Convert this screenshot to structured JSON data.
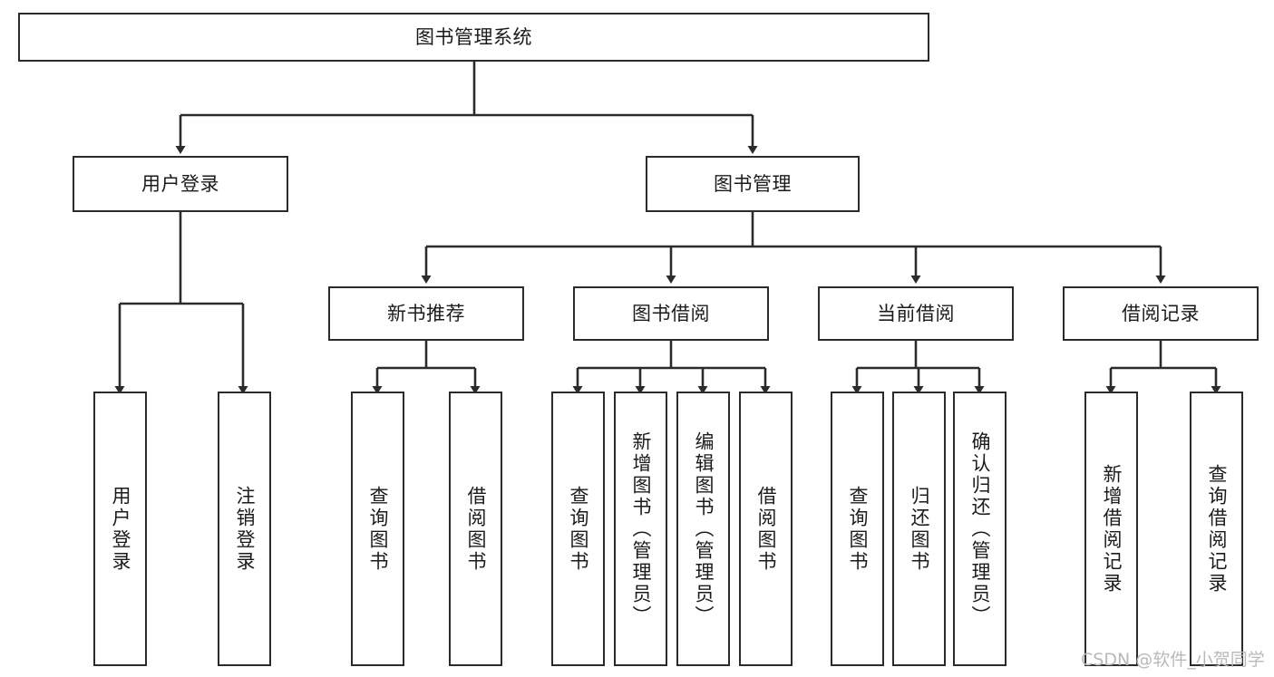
{
  "diagram": {
    "title": "图书管理系统",
    "type": "tree",
    "watermark": "CSDN @软件_小贺同学",
    "stroke_color": "#2b2b2b",
    "fill_color": "#ffffff",
    "text_color": "#1b1b1b",
    "watermark_color": "#b9b9b9"
  },
  "nodes": {
    "root": {
      "label": "图书管理系统",
      "level": 0
    },
    "level1": [
      {
        "id": "user-login",
        "label": "用户登录"
      },
      {
        "id": "book-manage",
        "label": "图书管理"
      }
    ],
    "level2": [
      {
        "id": "new-book-rec",
        "label": "新书推荐",
        "parent": "book-manage"
      },
      {
        "id": "book-borrow",
        "label": "图书借阅",
        "parent": "book-manage"
      },
      {
        "id": "current-borrow",
        "label": "当前借阅",
        "parent": "book-manage"
      },
      {
        "id": "borrow-record",
        "label": "借阅记录",
        "parent": "book-manage"
      }
    ],
    "leaves": [
      {
        "id": "leaf-user-login",
        "label": "用户登录",
        "parent": "user-login"
      },
      {
        "id": "leaf-user-logout",
        "label": "注销登录",
        "parent": "user-login"
      },
      {
        "id": "leaf-query-book-1",
        "label": "查询图书",
        "parent": "new-book-rec"
      },
      {
        "id": "leaf-borrow-book-1",
        "label": "借阅图书",
        "parent": "new-book-rec"
      },
      {
        "id": "leaf-query-book-2",
        "label": "查询图书",
        "parent": "book-borrow"
      },
      {
        "id": "leaf-add-book",
        "label": "新增图书（管理员）",
        "parent": "book-borrow"
      },
      {
        "id": "leaf-edit-book",
        "label": "编辑图书（管理员）",
        "parent": "book-borrow"
      },
      {
        "id": "leaf-borrow-book-2",
        "label": "借阅图书",
        "parent": "book-borrow"
      },
      {
        "id": "leaf-query-book-3",
        "label": "查询图书",
        "parent": "current-borrow"
      },
      {
        "id": "leaf-return-book",
        "label": "归还图书",
        "parent": "current-borrow"
      },
      {
        "id": "leaf-confirm-return",
        "label": "确认归还（管理员）",
        "parent": "current-borrow"
      },
      {
        "id": "leaf-add-record",
        "label": "新增借阅记录",
        "parent": "borrow-record"
      },
      {
        "id": "leaf-query-record",
        "label": "查询借阅记录",
        "parent": "borrow-record"
      }
    ]
  }
}
